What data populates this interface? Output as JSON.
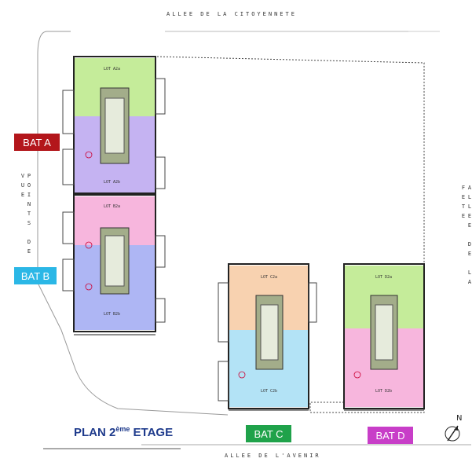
{
  "streets": {
    "top": "ALLEE DE LA CITOYENNETE",
    "left": "POINTS DE VUE",
    "right": "ALLEE DE LA FETE",
    "bottom": "ALLEE DE L'AVENIR"
  },
  "buildings": {
    "bat_a": {
      "label": "BAT A",
      "color": "#b3161b",
      "lots": [
        {
          "name": "LOT A2a",
          "color": "#c5ec9a"
        },
        {
          "name": "LOT A2b",
          "color": "#c5b3f2"
        }
      ]
    },
    "bat_b": {
      "label": "BAT B",
      "color": "#2bb7e6",
      "lots": [
        {
          "name": "LOT B2a",
          "color": "#f7b6dd"
        },
        {
          "name": "LOT B2b",
          "color": "#aeb6f4"
        }
      ]
    },
    "bat_c": {
      "label": "BAT C",
      "color": "#1fa24a",
      "lots": [
        {
          "name": "LOT C2a",
          "color": "#f8d2b0"
        },
        {
          "name": "LOT C2b",
          "color": "#b3e3f6"
        }
      ]
    },
    "bat_d": {
      "label": "BAT D",
      "color": "#c83ec8",
      "lots": [
        {
          "name": "LOT D2a",
          "color": "#c5ec9a"
        },
        {
          "name": "LOT D2b",
          "color": "#f7b6dd"
        }
      ]
    }
  },
  "plan": {
    "prefix": "PLAN 2",
    "sup": "ème",
    "suffix": "ETAGE"
  },
  "north": "N"
}
